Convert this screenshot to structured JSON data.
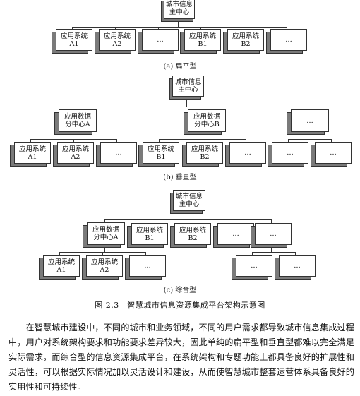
{
  "flat": {
    "root": "城市信息\n主中心",
    "children": [
      "应用系统\nA1",
      "应用系统\nA2",
      "…",
      "应用系统\nB1",
      "应用系统\nB2",
      "…"
    ],
    "caption": "(a) 扁平型"
  },
  "vertical": {
    "root": "城市信息\n主中心",
    "mids": [
      "应用数据\n分中心A",
      "应用数据\n分中心B",
      "…"
    ],
    "leaves": [
      "应用系统\nA1",
      "应用系统\nA2",
      "…",
      "应用系统\nB1",
      "应用系统\nB2",
      "…",
      "…",
      "…"
    ],
    "caption": "(b) 垂直型"
  },
  "hybrid": {
    "root": "城市信息\n主中心",
    "mids": [
      "应用数据\n分中心A",
      "应用系统\nB1",
      "应用系统\nB2",
      "…",
      "…"
    ],
    "leaves": [
      "应用系统\nA1",
      "应用系统\nA2",
      "…",
      "…",
      "…"
    ],
    "caption": "(c) 综合型"
  },
  "figure_title": "图 2.3　智慧城市信息资源集成平台架构示意图",
  "paragraph": "在智慧城市建设中，不同的城市和业务领域，不同的用户需求都导致城市信息集成过程中，用户对系统架构要求和功能要求差异较大，因此单纯的扁平型和垂直型都难以完全满足实际需求，而综合型的信息资源集成平台，在系统架构和专题功能上都具备良好的扩展性和灵活性，可以根据实际情况加以灵活设计和建设，从而使智慧城市整套运营体系具备良好的实用性和可持续性。"
}
